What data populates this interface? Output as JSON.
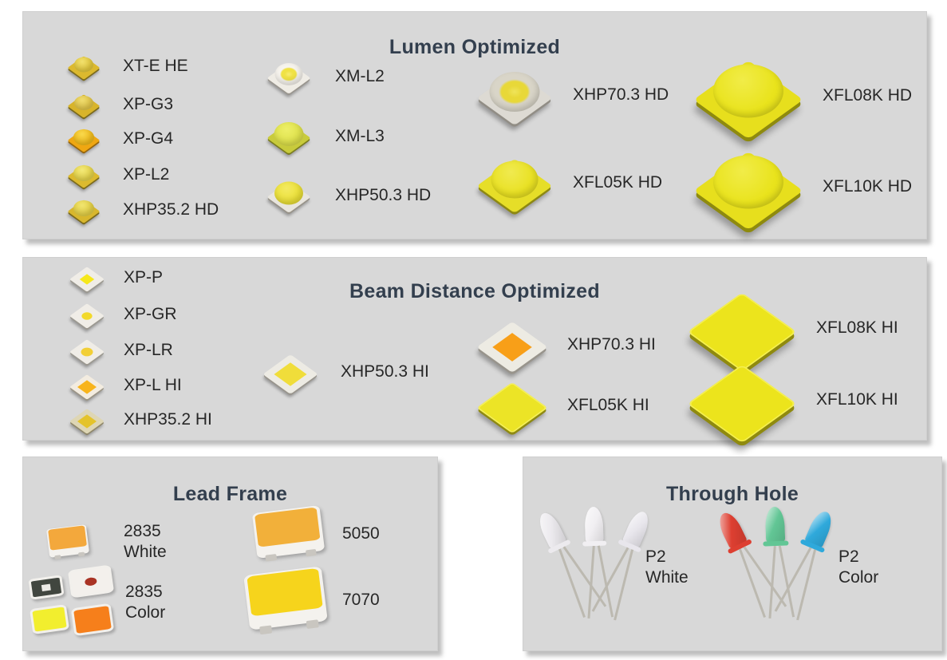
{
  "colors": {
    "page_bg": "#ffffff",
    "panel_bg": "#d8d8d8",
    "title_text": "#333f4e",
    "label_text": "#272727"
  },
  "panels": [
    {
      "title": "Lumen Optimized",
      "columns": [
        {
          "items": [
            {
              "label": "XT-E HE",
              "led": {
                "kind": "dome",
                "base": "#dcb92e",
                "side": "#7c6b1c",
                "dome": "#e7cc3f",
                "hi": "#f1e06e",
                "ds": 0.58
              }
            },
            {
              "label": "XP-G3",
              "led": {
                "kind": "dome",
                "base": "#d8b42b",
                "side": "#7a691b",
                "dome": "#e6c94a",
                "hi": "#efdc70",
                "ds": 0.56
              }
            },
            {
              "label": "XP-G4",
              "led": {
                "kind": "dome",
                "base": "#efa712",
                "side": "#96650c",
                "dome": "#f4be1d",
                "hi": "#f8d84c",
                "ds": 0.62
              }
            },
            {
              "label": "XP-L2",
              "led": {
                "kind": "dome",
                "base": "#dcba2f",
                "side": "#7c6b1c",
                "dome": "#e9d74c",
                "hi": "#f2e878",
                "ds": 0.62
              }
            },
            {
              "label": "XHP35.2 HD",
              "led": {
                "kind": "dome",
                "base": "#d8b72d",
                "side": "#7a691b",
                "dome": "#e7d348",
                "hi": "#f0e470",
                "ds": 0.62
              }
            }
          ]
        },
        {
          "items": [
            {
              "label": "XM-L2",
              "led": {
                "kind": "dome",
                "base": "#efece5",
                "side": "#99958e",
                "dome": "#f0e244",
                "ring": "#f7f4ee",
                "hi": "#f7ec72",
                "ds": 0.62
              }
            },
            {
              "label": "XM-L3",
              "led": {
                "kind": "dome",
                "base": "#c8cb3c",
                "side": "#7b7d1e",
                "dome": "#dee14b",
                "hi": "#edef68",
                "ds": 0.66
              }
            },
            {
              "label": "XHP50.3 HD",
              "led": {
                "kind": "dome",
                "base": "#e8e5de",
                "side": "#979288",
                "dome": "#ebe037",
                "hi": "#f3ea62",
                "ds": 0.64
              }
            }
          ]
        },
        {
          "items": [
            {
              "label": "XHP70.3 HD",
              "led": {
                "kind": "dome",
                "base": "#dddad3",
                "side": "#918d85",
                "dome": "#e8d838",
                "ring": "#d9d5c8",
                "hi": "#efe45a",
                "ds": 0.66
              }
            },
            {
              "label": "XFL05K HD",
              "led": {
                "kind": "dome",
                "base": "#e6de28",
                "side": "#8d8812",
                "dome": "#e9e122",
                "hi": "#f0ea50",
                "ds": 0.62
              }
            }
          ]
        },
        {
          "items": [
            {
              "label": "XFL08K HD",
              "led": {
                "kind": "dome",
                "base": "#e7df1d",
                "side": "#8e8a0e",
                "dome": "#e9e31c",
                "hi": "#f1ec48",
                "ds": 0.64
              }
            },
            {
              "label": "XFL10K HD",
              "led": {
                "kind": "dome",
                "base": "#e7df1d",
                "side": "#8e8a0e",
                "dome": "#e9e31c",
                "hi": "#f1ec48",
                "ds": 0.64
              }
            }
          ]
        }
      ]
    },
    {
      "title": "Beam Distance Optimized",
      "columns": [
        {
          "items": [
            {
              "label": "XP-P",
              "led": {
                "kind": "flat",
                "base": "#f0ede7",
                "side": "#9b9890",
                "center": "#f6e81a",
                "shape": "square",
                "cs": 0.42
              }
            },
            {
              "label": "XP-GR",
              "led": {
                "kind": "flat",
                "base": "#f0ede7",
                "side": "#9b9890",
                "center": "#f2d92b",
                "shape": "dot",
                "cs": 0.4
              }
            },
            {
              "label": "XP-LR",
              "led": {
                "kind": "flat",
                "base": "#f0ede7",
                "side": "#9b9890",
                "center": "#f2cf36",
                "shape": "dot",
                "cs": 0.48
              }
            },
            {
              "label": "XP-L HI",
              "led": {
                "kind": "flat",
                "base": "#f3ece0",
                "side": "#9b9486",
                "center": "#f8b41c",
                "shape": "square",
                "cs": 0.54
              }
            },
            {
              "label": "XHP35.2 HI",
              "led": {
                "kind": "flat",
                "base": "#ded6b4",
                "side": "#8f876a",
                "center": "#e4c32a",
                "shape": "square",
                "cs": 0.56
              }
            }
          ]
        },
        {
          "items": [
            {
              "label": "XHP50.3 HI",
              "led": {
                "kind": "flat",
                "base": "#edebe4",
                "side": "#98948c",
                "center": "#f0dd3a",
                "shape": "square",
                "cs": 0.6
              }
            }
          ]
        },
        {
          "items": [
            {
              "label": "XHP70.3 HI",
              "led": {
                "kind": "flat",
                "base": "#edebe3",
                "side": "#98948c",
                "center": "#f89f18",
                "shape": "square",
                "cs": 0.55
              }
            },
            {
              "label": "XFL05K HI",
              "led": {
                "kind": "flat",
                "base": "#ece426",
                "side": "#8f8a12",
                "edge": "#f4ef5a",
                "shape": "full"
              }
            }
          ]
        },
        {
          "items": [
            {
              "label": "XFL08K HI",
              "led": {
                "kind": "flat",
                "base": "#ece41c",
                "side": "#8f8a0e",
                "edge": "#f4ef52",
                "shape": "full"
              }
            },
            {
              "label": "XFL10K HI",
              "led": {
                "kind": "flat",
                "base": "#ece41c",
                "side": "#8f8a0e",
                "edge": "#f4ef52",
                "shape": "full"
              }
            }
          ]
        }
      ]
    },
    {
      "title": "Lead Frame",
      "columns": [
        {
          "items": [
            {
              "label": "2835",
              "label2": "White",
              "led": {
                "kind": "smd",
                "top": "#f3a83c"
              }
            },
            {
              "label": "2835",
              "label2": "Color",
              "led": {
                "kind": "cluster",
                "chips": [
                  {
                    "top": "#41463f",
                    "dot": "#eceae6",
                    "dotShape": "square"
                  },
                  {
                    "top": "#f3f0ec",
                    "dot": "#a93324",
                    "dotShape": "round"
                  },
                  {
                    "top": "#f2ee2e"
                  },
                  {
                    "top": "#f67f1b"
                  }
                ]
              }
            }
          ]
        },
        {
          "items": [
            {
              "label": "5050",
              "led": {
                "kind": "smd",
                "top": "#f2b03a"
              }
            },
            {
              "label": "7070",
              "led": {
                "kind": "smd",
                "top": "#f6d41c"
              }
            }
          ]
        }
      ]
    },
    {
      "title": "Through Hole",
      "items": [
        {
          "label": "P2",
          "label2": "White",
          "led": {
            "kind": "tht",
            "bulbs": [
              "#eceaee",
              "#f1eff2",
              "#e8e6ec"
            ]
          }
        },
        {
          "label": "P2",
          "label2": "Color",
          "led": {
            "kind": "tht",
            "bulbs": [
              "#dd3f31",
              "#62c695",
              "#2fa9db"
            ]
          }
        }
      ]
    }
  ]
}
